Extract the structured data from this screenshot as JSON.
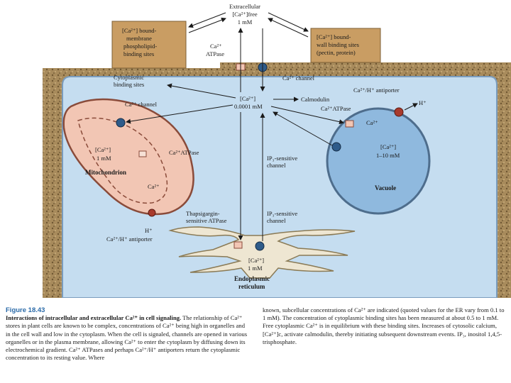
{
  "labels": {
    "extracellular": "Extracellular",
    "ca_free": "[Ca²⁺]free",
    "one_mm": "1 mM",
    "membrane_sites": [
      "[Ca²⁺] bound-",
      "membrane",
      "phospholipid-",
      "binding sites"
    ],
    "wall_sites": [
      "[Ca²⁺] bound-",
      "wall binding sites",
      "(pectin, protein)"
    ],
    "ca_atpase": "Ca²⁺",
    "atpase": "ATPase",
    "ca_channel": "Ca²⁺ channel",
    "cytoplasmic_sites": [
      "Cytoplasmic",
      "binding sites"
    ],
    "cyto_ca": "[Ca²⁺]",
    "cyto_conc": "0.0001 mM",
    "calmodulin": "Calmodulin",
    "mito_ca_channel": "Ca²⁺ channel",
    "mito_ca": "[Ca²⁺]",
    "mito_conc": "1 mM",
    "mito_atpase": "Ca²⁺ATPase",
    "mitochondrion": "Mitochondrion",
    "mito_ca_small": "Ca²⁺",
    "h_plus": "H⁺",
    "mito_antiporter": "Ca²⁺/H⁺ antiporter",
    "vac_antiporter": "Ca²⁺/H⁺ antiporter",
    "vac_h": "H⁺",
    "vac_atpase": "Ca²⁺ATPase",
    "vac_ca_small": "Ca²⁺",
    "vac_ca": "[Ca²⁺]",
    "vac_conc": "1–10 mM",
    "vacuole": "Vacuole",
    "ip3_channel_cyto": [
      "IP₃-sensitive",
      "channel"
    ],
    "thapsigargin": [
      "Thapsigargin-",
      "sensitive ATPase"
    ],
    "ip3_channel_er": [
      "IP₃-sensitive",
      "channel"
    ],
    "er_ca": "[Ca²⁺]",
    "er_conc": "1 mM",
    "er_name": [
      "Endoplasmic",
      "reticulum"
    ]
  },
  "caption": {
    "figure_no": "Figure 18.43",
    "left_title": "Interactions of intracellular and extracellular Ca²⁺ in cell signaling.",
    "left_body": "The relationship of Ca²⁺ stores in plant cells are known to be complex, concentrations of Ca²⁺ being high in organelles and in the cell wall and low in the cytoplasm. When the cell is signaled, channels are opened in various organelles or in the plasma membrane, allowing Ca²⁺ to enter the cytoplasm by diffusing down its electrochemical gradient. Ca²⁺ ATPases and perhaps Ca²⁺/H⁺ antiporters return the cytoplasmic concentration to its resting value. Where",
    "right_body": "known, subcellular concentrations of Ca²⁺ are indicated (quoted values for the ER vary from 0.1 to 1 mM). The concentration of cytoplasmic binding sites has been measured at about 0.5 to 1 mM. Free cytoplasmic Ca²⁺ is in equilibrium with these binding sites. Increases of cytosolic calcium, [Ca²⁺]c, activate calmodulin, thereby initiating subsequent downstream events. IP₃, inositol 1,4,5-trisphosphate."
  },
  "colors": {
    "cell_wall": "#a88b5c",
    "cytoplasm": "#c5ddf0",
    "mitochondrion": "#f2c6b4",
    "vacuole": "#8fb9de",
    "er": "#eee6d2",
    "box": "#c99d63",
    "figure_blue": "#2a6aa8"
  }
}
